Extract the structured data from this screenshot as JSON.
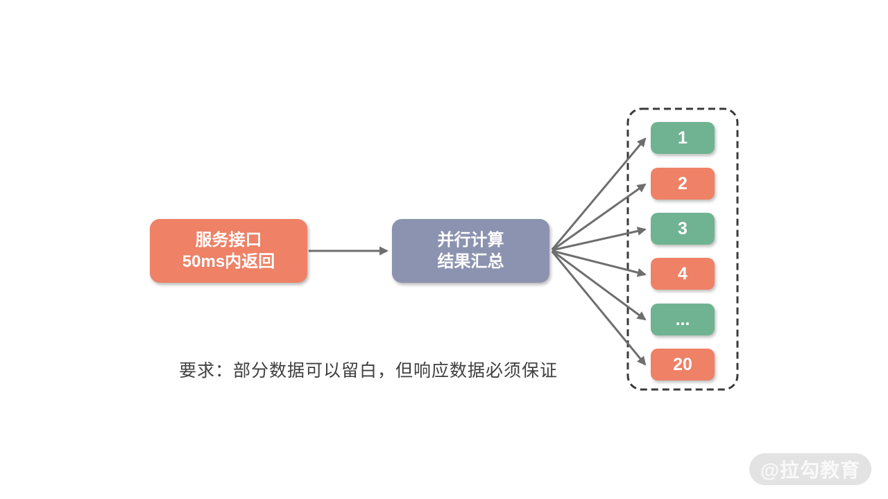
{
  "colors": {
    "orange": "#EE8166",
    "green": "#70B392",
    "purple": "#8C93B0",
    "arrow": "#6E6E6E",
    "dashed_border": "#3A3A3A",
    "text_dark": "#3F3F3F",
    "watermark_bg": "#E3E3E3",
    "watermark_text": "#F9F9F9"
  },
  "diagram": {
    "service_box": {
      "line1": "服务接口",
      "line2": "50ms内返回"
    },
    "compute_box": {
      "line1": "并行计算",
      "line2": "结果汇总"
    },
    "tasks": [
      {
        "label": "1",
        "color": "green"
      },
      {
        "label": "2",
        "color": "orange"
      },
      {
        "label": "3",
        "color": "green"
      },
      {
        "label": "4",
        "color": "orange"
      },
      {
        "label": "...",
        "color": "green"
      },
      {
        "label": "20",
        "color": "orange"
      }
    ],
    "note": "要求：部分数据可以留白，但响应数据必须保证"
  },
  "watermark": "@拉勾教育"
}
